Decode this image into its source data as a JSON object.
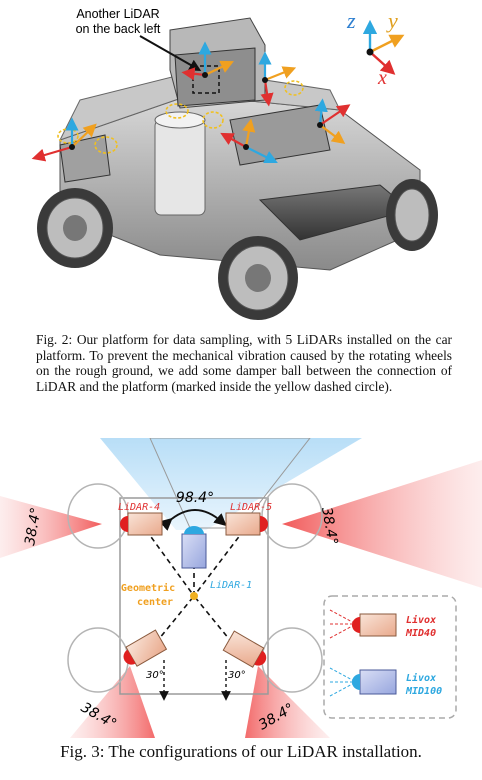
{
  "figure1": {
    "callout": [
      "Another LiDAR",
      "on the back left"
    ],
    "axes": {
      "z": "z",
      "y": "y",
      "x": "x"
    },
    "caption": "Fig. 2: Our platform for data sampling, with 5 LiDARs installed on the car platform. To prevent the mechanical vibration caused by the rotating wheels on the rough ground, we add some damper ball between the connection of LiDAR and the platform (marked inside the yellow dashed circle)."
  },
  "figure2": {
    "fov_top": "98.4°",
    "fov_left": "38.4°",
    "fov_right": "38.4°",
    "fov_bottom_left": "38.4°",
    "fov_bottom_right": "38.4°",
    "lidar4": "LiDAR-4",
    "lidar5": "LiDAR-5",
    "lidar1": "LiDAR-1",
    "center_line1": "Geometric",
    "center_line2": "center",
    "angle_left": "30°",
    "angle_right": "30°",
    "legend": {
      "item1_line1": "Livox",
      "item1_line2": "MID40",
      "item2_line1": "Livox",
      "item2_line2": "MID100"
    },
    "caption": "Fig. 3: The configurations of our LiDAR installation."
  },
  "colors": {
    "red_accent": "#e03030",
    "blue_accent": "#2ea8e0",
    "yellow": "#f0c020",
    "box_red": "#f3c9b6",
    "box_blue": "#b9c3e8"
  }
}
